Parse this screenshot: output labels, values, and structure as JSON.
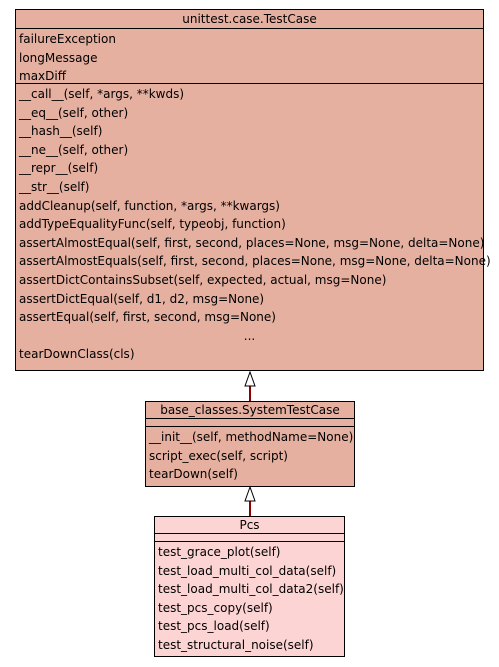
{
  "colors": {
    "base_class_fill": "#e5b0a0",
    "pcs_class_fill": "#fdd4d4",
    "inheritance_line": "#8b0000",
    "outline": "#000000"
  },
  "diagram": {
    "classes": {
      "testcase": {
        "name": "unittest.case.TestCase",
        "attributes": [
          "failureException",
          "longMessage",
          "maxDiff"
        ],
        "methods": [
          "__call__(self, *args, **kwds)",
          "__eq__(self, other)",
          "__hash__(self)",
          "__ne__(self, other)",
          "__repr__(self)",
          "__str__(self)",
          "addCleanup(self, function, *args, **kwargs)",
          "addTypeEqualityFunc(self, typeobj, function)",
          "assertAlmostEqual(self, first, second, places=None, msg=None, delta=None)",
          "assertAlmostEquals(self, first, second, places=None, msg=None, delta=None)",
          "assertDictContainsSubset(self, expected, actual, msg=None)",
          "assertDictEqual(self, d1, d2, msg=None)",
          "assertEqual(self, first, second, msg=None)"
        ],
        "ellipsis": "...",
        "last_method": "tearDownClass(cls)"
      },
      "systemtestcase": {
        "name": "base_classes.SystemTestCase",
        "methods": [
          "__init__(self, methodName=None)",
          "script_exec(self, script)",
          "tearDown(self)"
        ]
      },
      "pcs": {
        "name": "Pcs",
        "methods": [
          "test_grace_plot(self)",
          "test_load_multi_col_data(self)",
          "test_load_multi_col_data2(self)",
          "test_pcs_copy(self)",
          "test_pcs_load(self)",
          "test_structural_noise(self)"
        ]
      }
    }
  }
}
